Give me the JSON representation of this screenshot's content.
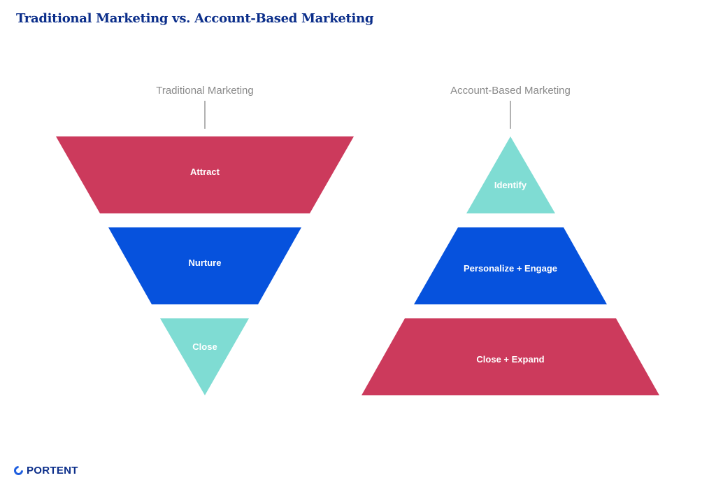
{
  "title": "Traditional Marketing vs. Account-Based Marketing",
  "colors": {
    "title": "#0b2e8a",
    "red": "#cc3a5c",
    "blue": "#0652dd",
    "teal": "#7fdcd3",
    "grey_text": "#8a8a8a",
    "connector": "#999999"
  },
  "traditional": {
    "heading": "Traditional Marketing",
    "stages": [
      {
        "label": "Attract",
        "color": "red"
      },
      {
        "label": "Nurture",
        "color": "blue"
      },
      {
        "label": "Close",
        "color": "teal"
      }
    ]
  },
  "abm": {
    "heading": "Account-Based Marketing",
    "stages": [
      {
        "label": "Identify",
        "color": "teal"
      },
      {
        "label": "Personalize + Engage",
        "color": "blue"
      },
      {
        "label": "Close + Expand",
        "color": "red"
      }
    ]
  },
  "logo": {
    "text": "PORTENT",
    "icon": "portent-logo-icon"
  }
}
